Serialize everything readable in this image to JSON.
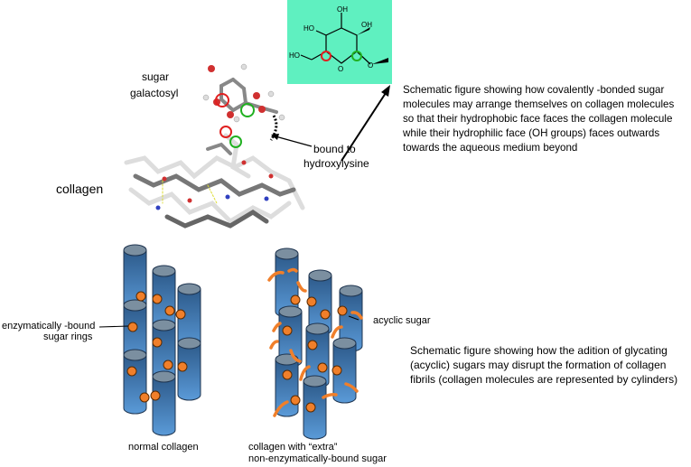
{
  "labels": {
    "sugar": "sugar",
    "galactosyl": "galactosyl",
    "bound_to": "bound to",
    "hydroxylysine": "hydroxylysine",
    "collagen": "collagen",
    "enzymatically_bound": "enzymatically  -bound",
    "sugar_rings": "sugar rings",
    "acyclic_sugar": "acyclic sugar",
    "normal_collagen": "normal collagen",
    "collagen_extra_1": "collagen with “extra”",
    "collagen_extra_2": "non-enzymatically-bound sugar"
  },
  "captions": {
    "top": "Schematic figure showing how covalently      -bonded sugar molecules may arrange themselves on collagen molecules so that their hydrophobic face faces the collagen molecule while their hydrophilic face (OH groups) faces outwards towards the aqueous medium beyond",
    "bottom": "Schematic figure showing how the adition  of glycating (acyclic) sugars may disrupt the formation of collagen fibrils (collagen molecules are represented by cylinders)"
  },
  "structure": {
    "oh1": "OH",
    "oh2": "HO",
    "oh3": "OH",
    "oh4": "HO",
    "o_ring": "O",
    "o_link": "O"
  },
  "colors": {
    "panel": "#5ff0c0",
    "cylinder": "#4a88c8",
    "cap": "#7b8fa0",
    "sugar": "#f07f2a",
    "red_circle": "#e02020",
    "green_circle": "#20b020"
  }
}
